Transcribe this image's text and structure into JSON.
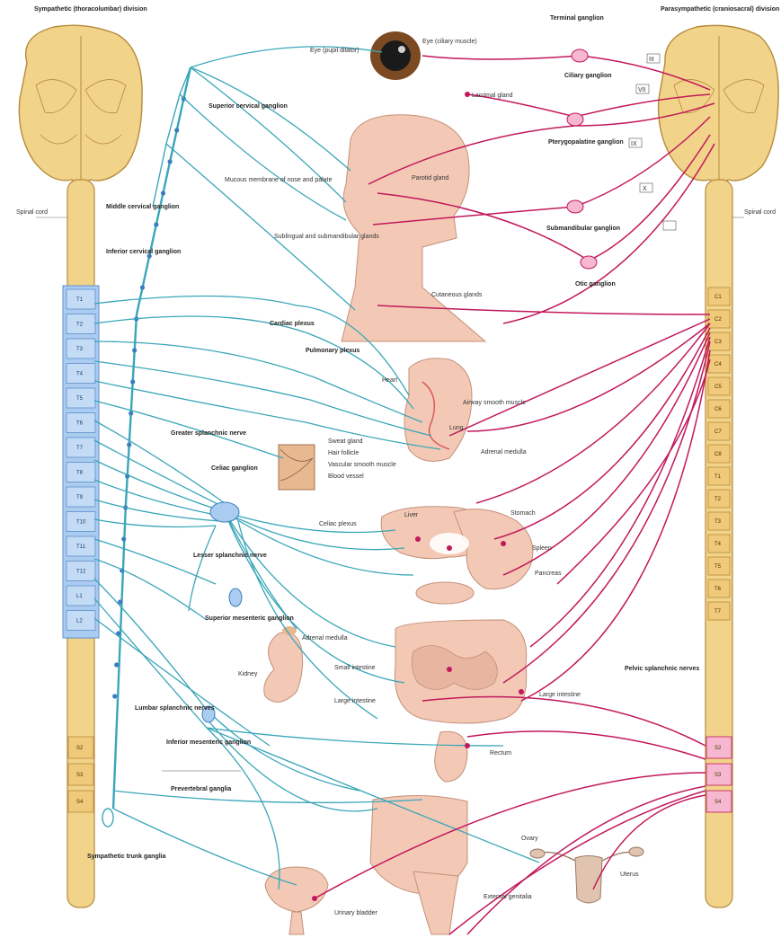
{
  "header": {
    "left_title": "Sympathetic (thoracolumbar) division",
    "right_title": "Parasympathetic (craniosacral) division"
  },
  "colors": {
    "sympathetic": "#3aa6b9",
    "parasympathetic": "#c2185b",
    "cord": "#f2d38a",
    "segment_highlight": "#a9ccf0",
    "organ": "#f3c9b6"
  },
  "left_labels": {
    "spinal_cord": "Spinal cord",
    "superior_cervical": "Superior cervical ganglion",
    "middle_cervical": "Middle cervical ganglion",
    "inferior_cervical": "Inferior cervical ganglion",
    "celiac": "Celiac ganglion",
    "greater_splanchnic": "Greater splanchnic nerve",
    "lesser_splanchnic": "Lesser splanchnic nerve",
    "sup_mesenteric": "Superior mesenteric ganglion",
    "lumbar_splanchnic": "Lumbar splanchnic nerves",
    "inf_mesenteric": "Inferior mesenteric ganglion",
    "prevertebral": "Prevertebral ganglia",
    "sympathetic_trunk": "Sympathetic trunk ganglia"
  },
  "center_labels": {
    "eye_1": "Eye (pupil dilator)",
    "eye_2": "Eye (ciliary muscle)",
    "lacrimal": "Lacrimal gland",
    "mucous": "Mucous membrane of nose and palate",
    "parotid": "Parotid gland",
    "submandibular": "Sublingual and submandibular glands",
    "cutaneous": "Cutaneous glands",
    "cardiac": "Cardiac plexus",
    "heart": "Heart",
    "lung": "Lung",
    "airway": "Airway smooth muscle",
    "adrenal_node": "Adrenal medulla",
    "pulmonary": "Pulmonary plexus",
    "sweat": "Sweat gland",
    "hair": "Hair follicle",
    "vascular": "Vascular smooth muscle",
    "blood": "Blood vessel",
    "celiac_plexus": "Celiac plexus",
    "stomach": "Stomach",
    "liver": "Liver",
    "spleen": "Spleen",
    "pancreas": "Pancreas",
    "kidney": "Kidney",
    "adrenal": "Adrenal medulla",
    "small_int": "Small intestine",
    "large_int": "Large intestine",
    "bladder": "Urinary bladder",
    "rectum": "Rectum",
    "genitals": "External genitalia",
    "uterus": "Uterus",
    "ovary": "Ovary"
  },
  "right_labels": {
    "spinal_cord": "Spinal cord",
    "terminal": "Terminal ganglion",
    "ciliary": "Ciliary ganglion",
    "pterygopalatine": "Pterygopalatine ganglion",
    "submandibular": "Submandibular ganglion",
    "otic": "Otic ganglion",
    "pelvic": "Pelvic splanchnic nerves",
    "cn_iii": "III",
    "cn_vii": "VII",
    "cn_ix": "IX",
    "cn_x": "X"
  },
  "left_segments": [
    "T1",
    "T2",
    "T3",
    "T4",
    "T5",
    "T6",
    "T7",
    "T8",
    "T9",
    "T10",
    "T11",
    "T12",
    "L1",
    "L2"
  ],
  "left_sacral": [
    "S2",
    "S3",
    "S4"
  ],
  "right_segments": [
    "C1",
    "C2",
    "C3",
    "C4",
    "C5",
    "C6",
    "C7",
    "C8",
    "T1",
    "T2",
    "T3",
    "T4",
    "T5",
    "T6",
    "T7"
  ],
  "right_sacral": [
    "S2",
    "S3",
    "S4"
  ]
}
